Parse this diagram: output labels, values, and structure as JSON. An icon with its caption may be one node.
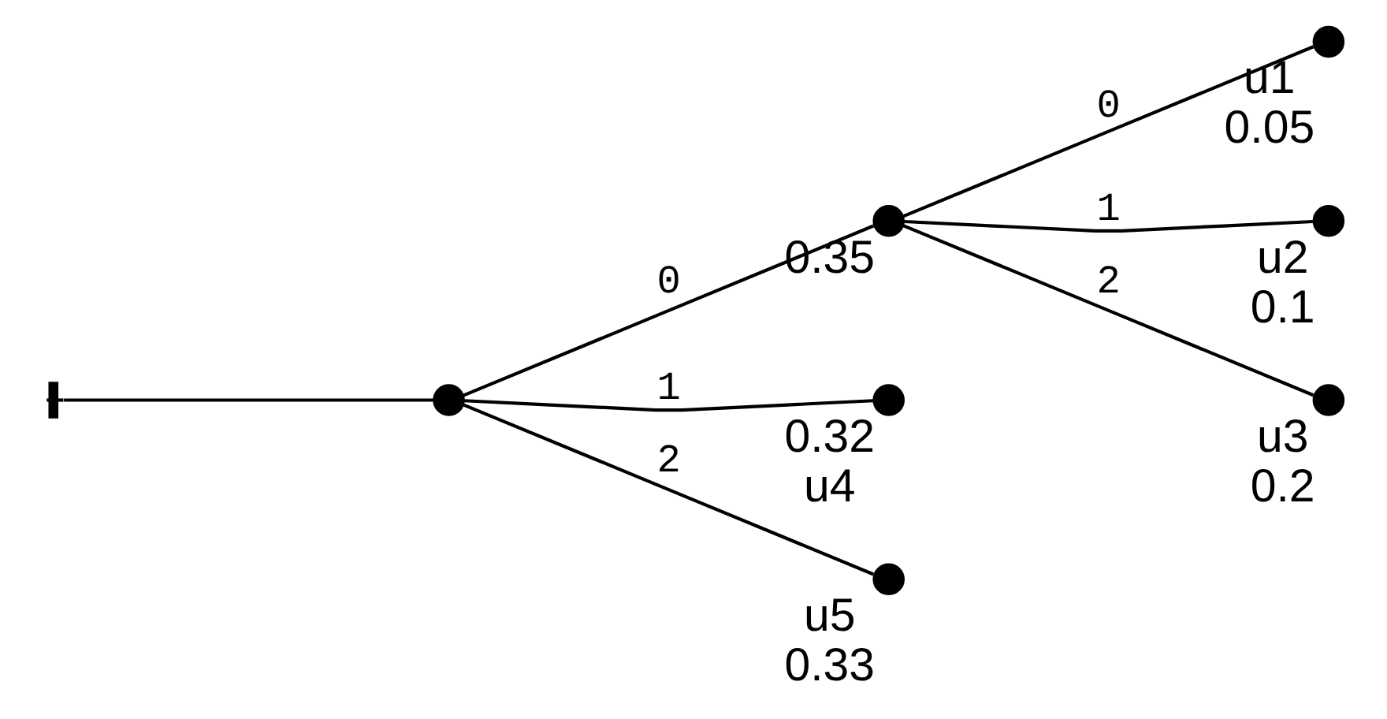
{
  "diagram": {
    "nodes": [
      {
        "text": [],
        "shape": "circle"
      },
      {
        "text": [],
        "shape": "circle",
        "beside": [
          "0.35"
        ]
      },
      {
        "text": [],
        "shape": "circle",
        "beside": [
          "u1",
          "0.05"
        ]
      },
      {
        "text": [],
        "shape": "circle",
        "beside": [
          "u2",
          "0.1"
        ]
      },
      {
        "text": [],
        "shape": "circle",
        "beside": [
          "u3",
          "0.2"
        ]
      },
      {
        "text": [],
        "shape": "circle",
        "beside": [
          "0.32",
          "u4"
        ]
      },
      {
        "text": [],
        "shape": "circle",
        "beside": [
          "u5",
          "0.33"
        ]
      }
    ],
    "edges": [
      {
        "from": null,
        "to": 0,
        "arrow": "other"
      },
      {
        "from": 0,
        "to": 1,
        "arrow": "none",
        "label": "0"
      },
      {
        "from": 1,
        "to": 2,
        "arrow": "none",
        "label": "0"
      },
      {
        "from": 1,
        "to": 3,
        "arrow": "none",
        "label": "1"
      },
      {
        "from": 1,
        "to": 4,
        "arrow": "none",
        "label": "2"
      },
      {
        "from": 0,
        "to": 5,
        "arrow": "none",
        "label": "1"
      },
      {
        "from": 0,
        "to": 6,
        "arrow": "none",
        "label": "2"
      }
    ]
  }
}
